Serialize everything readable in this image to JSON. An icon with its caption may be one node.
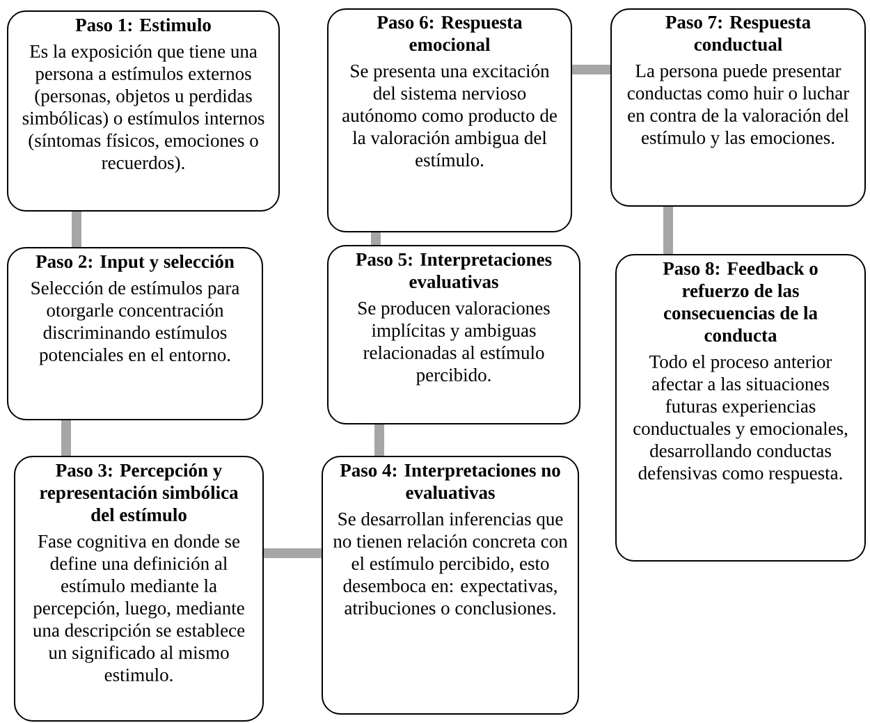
{
  "diagram": {
    "nodes": [
      {
        "text": [
          "Paso 1: Estimulo",
          "Es la exposición que tiene una persona a estímulos externos (personas, objetos u perdidas simbólicas) o estímulos internos (síntomas físicos, emociones o recuerdos)."
        ]
      },
      {
        "text": [
          "Paso 2: Input y selección",
          "Selección de estímulos para otorgarle concentración discriminando estímulos potenciales en el entorno."
        ]
      },
      {
        "text": [
          "Paso 3: Percepción y representación simbólica del estímulo",
          "Fase cognitiva en donde se define una definición al estímulo mediante la percepción, luego, mediante una descripción se establece un significado al mismo estimulo."
        ]
      },
      {
        "text": [
          "Paso 4: Interpretaciones no evaluativas",
          "Se desarrollan inferencias que no tienen relación concreta con el estímulo percibido, esto desemboca en: expectativas, atribuciones o conclusiones."
        ]
      },
      {
        "text": [
          "Paso 5: Interpretaciones evaluativas",
          "Se producen valoraciones implícitas y ambiguas relacionadas al estímulo percibido."
        ]
      },
      {
        "text": [
          "Paso 6: Respuesta emocional",
          "Se presenta una excitación del sistema nervioso autónomo como producto de la valoración ambigua del estímulo."
        ]
      },
      {
        "text": [
          "Paso 7: Respuesta conductual",
          "La persona puede presentar conductas como huir o luchar en contra de la valoración del estímulo y las emociones."
        ]
      },
      {
        "text": [
          "Paso 8: Feedback o refuerzo de las consecuencias de la conducta",
          "Todo el proceso anterior afectar a las situaciones futuras experiencias conductuales y emocionales, desarrollando conductas defensivas como respuesta."
        ]
      }
    ],
    "edges": [
      {
        "from": 0,
        "to": 1,
        "arrow": "none"
      },
      {
        "from": 1,
        "to": 2,
        "arrow": "none"
      },
      {
        "from": 2,
        "to": 3,
        "arrow": "none"
      },
      {
        "from": 3,
        "to": 4,
        "arrow": "none"
      },
      {
        "from": 4,
        "to": 5,
        "arrow": "none"
      },
      {
        "from": 5,
        "to": 6,
        "arrow": "none"
      },
      {
        "from": 6,
        "to": 7,
        "arrow": "none"
      }
    ]
  }
}
